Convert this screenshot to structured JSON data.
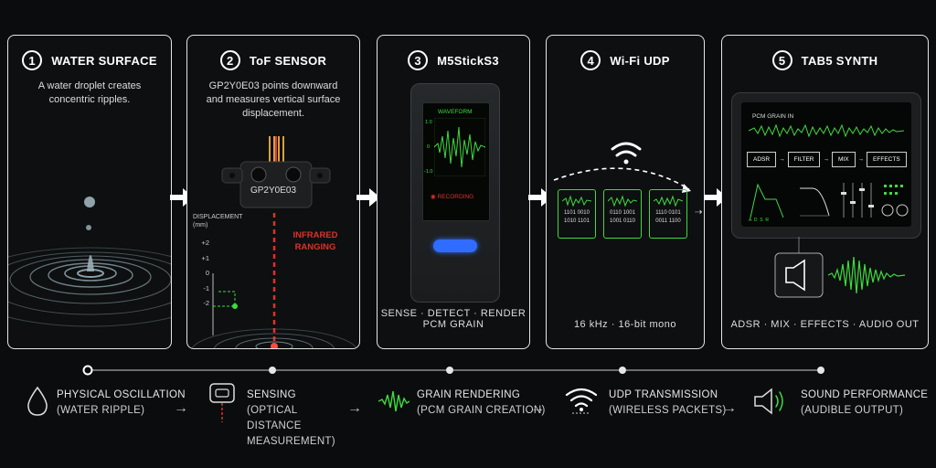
{
  "panels": [
    {
      "num": "1",
      "title": "WATER SURFACE",
      "desc": "A water droplet creates concentric ripples."
    },
    {
      "num": "2",
      "title": "ToF SENSOR",
      "desc": "GP2Y0E03 points downward and measures vertical surface displacement.",
      "sensor_label": "GP2Y0E03",
      "ranging_label": "INFRARED RANGING",
      "axis_title": "DISPLACEMENT (mm)",
      "ticks": [
        "+2",
        "+1",
        "0",
        "-1",
        "-2"
      ]
    },
    {
      "num": "3",
      "title": "M5StickS3",
      "screen_title": "WAVEFORM",
      "screen_ticks": [
        "1.0",
        "0",
        "-1.0"
      ],
      "recording": "RECORDING",
      "foot": "SENSE · DETECT · RENDER PCM GRAIN"
    },
    {
      "num": "4",
      "title": "Wi-Fi UDP",
      "packets": [
        [
          "1101 0010",
          "1010 1101"
        ],
        [
          "0110 1001",
          "1001 0110"
        ],
        [
          "1110 0101",
          "0011 1100"
        ]
      ],
      "foot": "16 kHz · 16-bit mono"
    },
    {
      "num": "5",
      "title": "TAB5 SYNTH",
      "grain_label": "PCM GRAIN IN",
      "chain": [
        "ADSR",
        "FILTER",
        "MIX",
        "EFFECTS"
      ],
      "adsr_letters": "A  D  S  R",
      "foot": "ADSR · MIX · EFFECTS · AUDIO OUT"
    }
  ],
  "timeline": [
    {
      "title": "PHYSICAL OSCILLATION",
      "sub": "(WATER RIPPLE)",
      "icon": "droplet-icon"
    },
    {
      "title": "SENSING",
      "sub": "(OPTICAL DISTANCE MEASUREMENT)",
      "icon": "sensor-icon"
    },
    {
      "title": "GRAIN RENDERING",
      "sub": "(PCM GRAIN CREATION)",
      "icon": "waveform-icon"
    },
    {
      "title": "UDP TRANSMISSION",
      "sub": "(WIRELESS PACKETS)",
      "icon": "wifi-icon"
    },
    {
      "title": "SOUND PERFORMANCE",
      "sub": "(AUDIBLE OUTPUT)",
      "icon": "speaker-icon"
    }
  ],
  "colors": {
    "accent_green": "#3ddc3d",
    "laser_red": "#e0302a",
    "device_blue": "#2f6cff"
  }
}
